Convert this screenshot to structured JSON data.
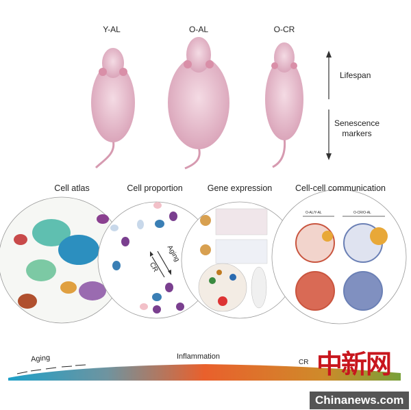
{
  "mice": [
    {
      "label": "Y-AL"
    },
    {
      "label": "O-AL"
    },
    {
      "label": "O-CR"
    }
  ],
  "side_arrows": {
    "up_label": "Lifespan",
    "down_label": "Senescence markers"
  },
  "panels": [
    {
      "title": "Cell atlas"
    },
    {
      "title": "Cell proportion",
      "arrow_up_label": "CR",
      "arrow_down_label": "Aging"
    },
    {
      "title": "Gene expression"
    },
    {
      "title": "Cell-cell communication",
      "subtitles": [
        "O-AL/Y-AL",
        "O-CR/O-AL"
      ]
    }
  ],
  "bottom_bar": {
    "left_label": "Aging",
    "center_label": "Inflammation",
    "right_label": "CR"
  },
  "watermark": {
    "logo": "中新网",
    "site": "Chinanews.com"
  },
  "colors": {
    "mouse": "#e6b8c8",
    "young": "#1f9cc4",
    "inflamed": "#e8602a",
    "cr": "#7aa03a",
    "network_old": "#c9553f",
    "network_cr": "#6b80b5"
  }
}
